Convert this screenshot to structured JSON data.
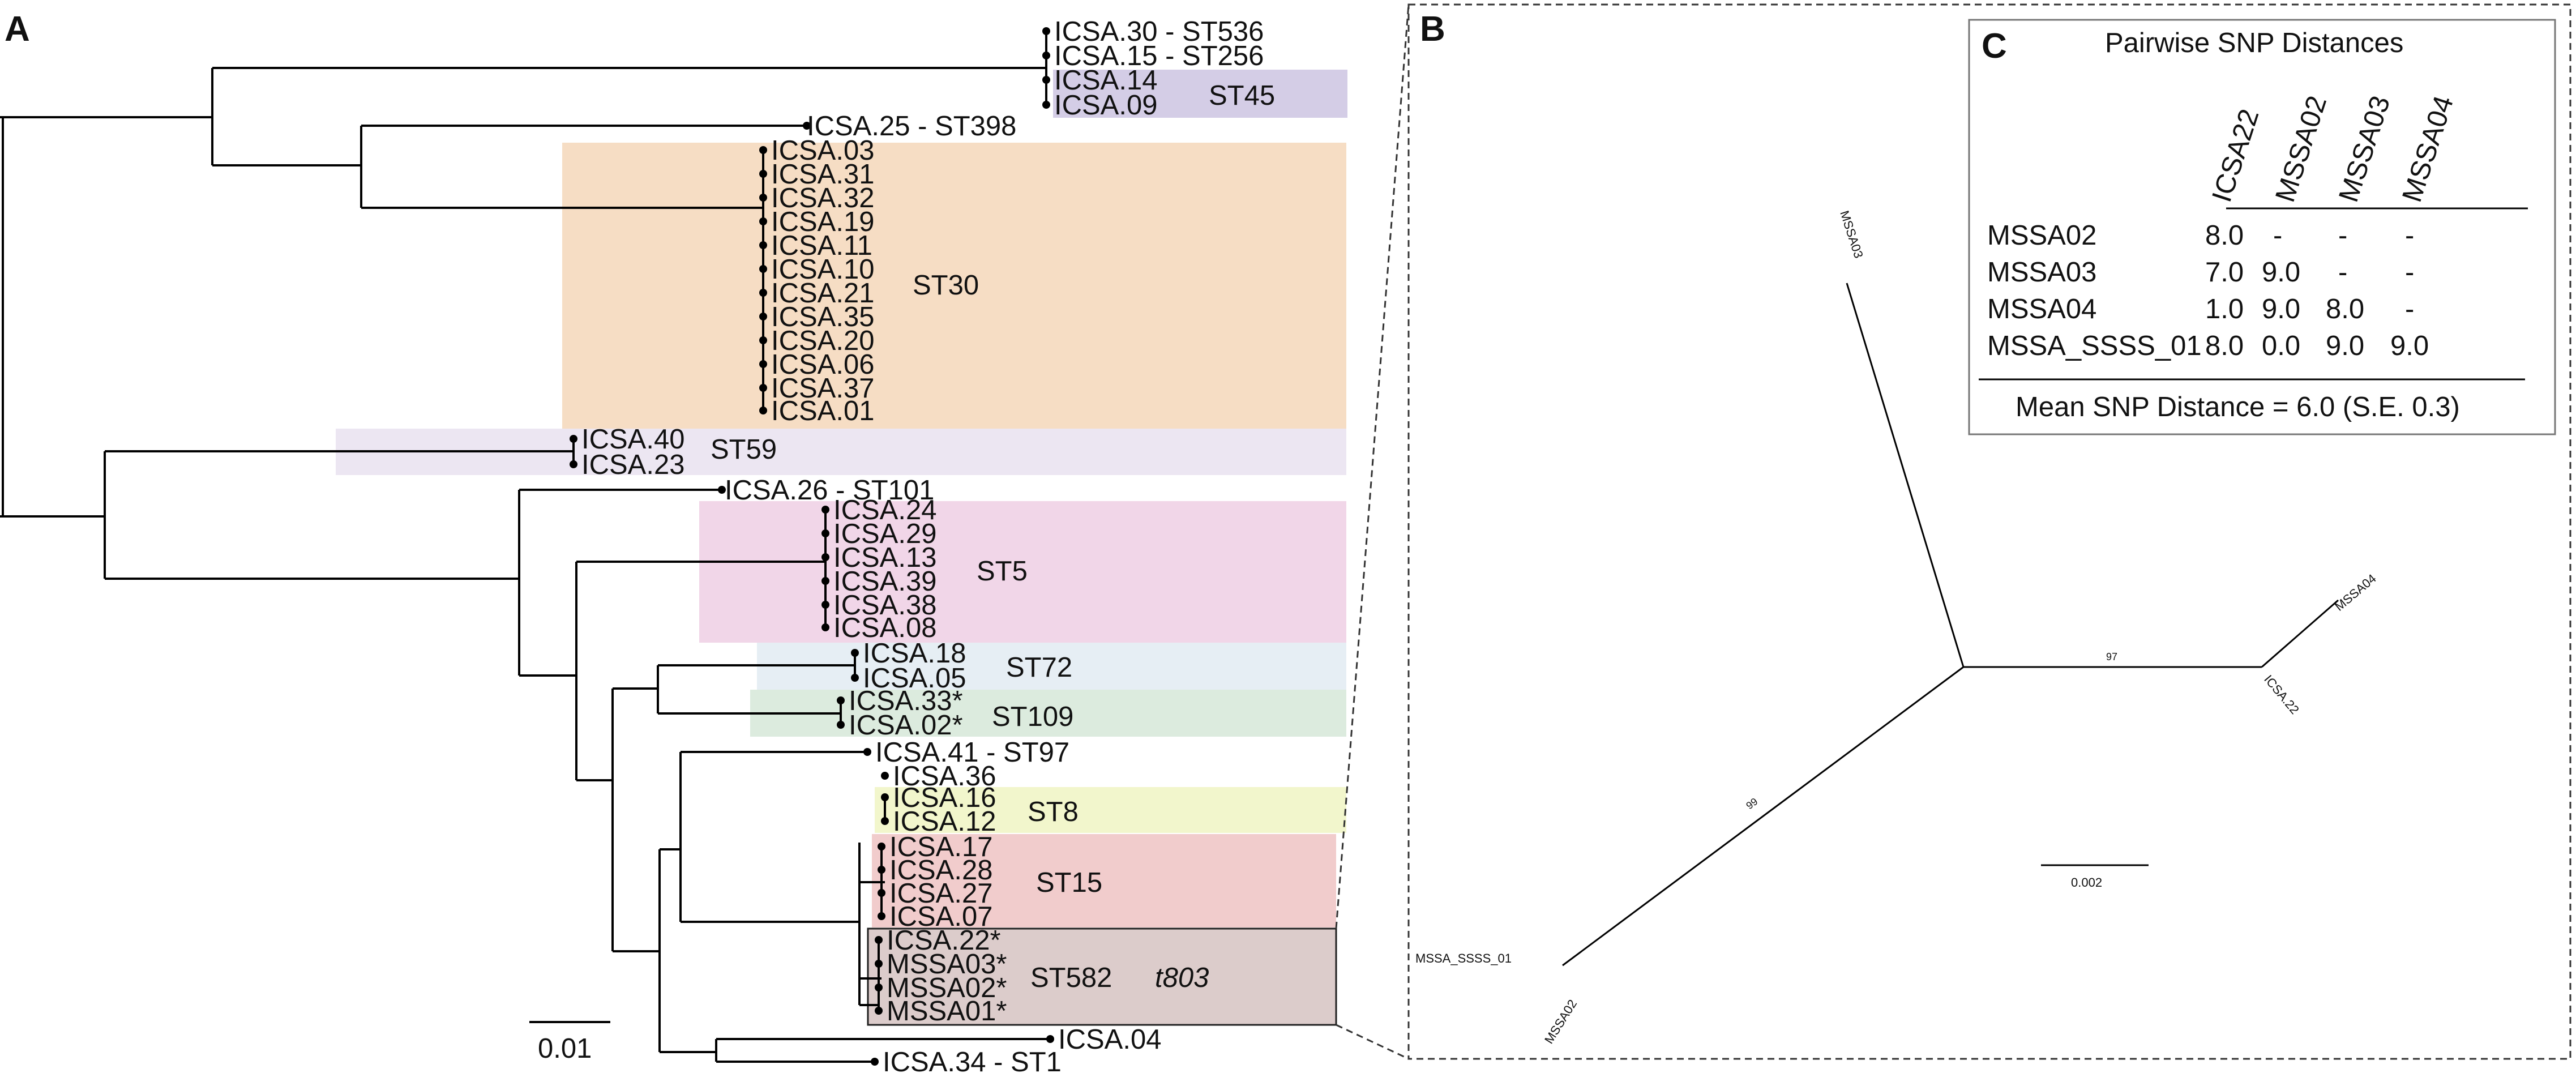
{
  "panelA": {
    "letter": "A",
    "scale_label": "0.01",
    "taxa": [
      {
        "id": "t1",
        "label": "ICSA.30  - ST536"
      },
      {
        "id": "t2",
        "label": "ICSA.15  - ST256"
      },
      {
        "id": "t3",
        "label": "ICSA.14"
      },
      {
        "id": "t4",
        "label": "ICSA.09"
      },
      {
        "id": "t5",
        "label": "ICSA.25  - ST398"
      },
      {
        "id": "t6",
        "label": "ICSA.03"
      },
      {
        "id": "t7",
        "label": "ICSA.31"
      },
      {
        "id": "t8",
        "label": "ICSA.32"
      },
      {
        "id": "t9",
        "label": "ICSA.19"
      },
      {
        "id": "t10",
        "label": "ICSA.11"
      },
      {
        "id": "t11",
        "label": "ICSA.10"
      },
      {
        "id": "t12",
        "label": "ICSA.21"
      },
      {
        "id": "t13",
        "label": "ICSA.35"
      },
      {
        "id": "t14",
        "label": "ICSA.20"
      },
      {
        "id": "t15",
        "label": "ICSA.06"
      },
      {
        "id": "t16",
        "label": "ICSA.37"
      },
      {
        "id": "t17",
        "label": "ICSA.01"
      },
      {
        "id": "t18",
        "label": "ICSA.40"
      },
      {
        "id": "t19",
        "label": "ICSA.23"
      },
      {
        "id": "t20",
        "label": "ICSA.26  - ST101"
      },
      {
        "id": "t21",
        "label": "ICSA.24"
      },
      {
        "id": "t22",
        "label": "ICSA.29"
      },
      {
        "id": "t23",
        "label": "ICSA.13"
      },
      {
        "id": "t24",
        "label": "ICSA.39"
      },
      {
        "id": "t25",
        "label": "ICSA.38"
      },
      {
        "id": "t26",
        "label": "ICSA.08"
      },
      {
        "id": "t27",
        "label": "ICSA.18"
      },
      {
        "id": "t28",
        "label": "ICSA.05"
      },
      {
        "id": "t29",
        "label": "ICSA.33*"
      },
      {
        "id": "t30",
        "label": "ICSA.02*"
      },
      {
        "id": "t31",
        "label": "ICSA.41  - ST97"
      },
      {
        "id": "t32",
        "label": "ICSA.36"
      },
      {
        "id": "t33",
        "label": "ICSA.16"
      },
      {
        "id": "t34",
        "label": "ICSA.12"
      },
      {
        "id": "t35",
        "label": "ICSA.17"
      },
      {
        "id": "t36",
        "label": "ICSA.28"
      },
      {
        "id": "t37",
        "label": "ICSA.27"
      },
      {
        "id": "t38",
        "label": "ICSA.07"
      },
      {
        "id": "t39",
        "label": "ICSA.22*"
      },
      {
        "id": "t40",
        "label": "MSSA03*"
      },
      {
        "id": "t41",
        "label": "MSSA02*"
      },
      {
        "id": "t42",
        "label": "MSSA01*"
      },
      {
        "id": "t43",
        "label": "ICSA.04"
      },
      {
        "id": "t44",
        "label": "ICSA.34  - ST1"
      }
    ],
    "clades": [
      {
        "label": "ST45",
        "color": "#d4cde6"
      },
      {
        "label": "ST30",
        "color": "#f6ddc4"
      },
      {
        "label": "ST59",
        "color": "#ece6f2"
      },
      {
        "label": "ST5",
        "color": "#f1d6e8"
      },
      {
        "label": "ST72",
        "color": "#e6eef4"
      },
      {
        "label": "ST109",
        "color": "#dcebde"
      },
      {
        "label": "ST8",
        "color": "#f2f6cc"
      },
      {
        "label": "ST15",
        "color": "#f1cccc"
      },
      {
        "label": "ST582",
        "color": "#dccccb"
      }
    ],
    "spa_type": "t803"
  },
  "panelB": {
    "letter": "B",
    "nodes": [
      "MSSA03",
      "MSSA04",
      "ICSA.22",
      "MSSA02",
      "MSSA_SSSS_01"
    ],
    "bootstrap": [
      "97",
      "99"
    ],
    "scale_label": "0.002",
    "highlight_color": "#2a2ab8"
  },
  "panelC": {
    "letter": "C",
    "title": "Pairwise SNP Distances",
    "columns": [
      "ICSA22",
      "MSSA02",
      "MSSA03",
      "MSSA04"
    ],
    "rows": [
      {
        "name": "MSSA02",
        "values": [
          "8.0",
          "-",
          "-",
          "-"
        ]
      },
      {
        "name": "MSSA03",
        "values": [
          "7.0",
          "9.0",
          "-",
          "-"
        ]
      },
      {
        "name": "MSSA04",
        "values": [
          "1.0",
          "9.0",
          "8.0",
          "-"
        ]
      },
      {
        "name": "MSSA_SSSS_01",
        "values": [
          "8.0",
          "0.0",
          "9.0",
          "9.0"
        ]
      }
    ],
    "footer": "Mean SNP Distance = 6.0 (S.E. 0.3)"
  }
}
